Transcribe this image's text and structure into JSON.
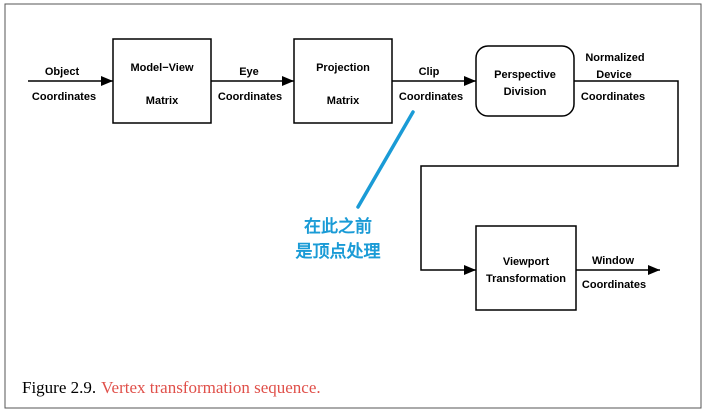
{
  "diagram": {
    "inputs": {
      "object": [
        "Object",
        "Coordinates"
      ],
      "eye": [
        "Eye",
        "Coordinates"
      ],
      "clip": [
        "Clip",
        "Coordinates"
      ],
      "ndc": [
        "Normalized",
        "Device",
        "Coordinates"
      ],
      "window": [
        "Window",
        "Coordinates"
      ]
    },
    "boxes": {
      "modelview": [
        "Model−View",
        "Matrix"
      ],
      "projection": [
        "Projection",
        "Matrix"
      ],
      "perspective": [
        "Perspective",
        "Division"
      ],
      "viewport": [
        "Viewport",
        "Transformation"
      ]
    },
    "annotation": [
      "在此之前",
      "是顶点处理"
    ],
    "colors": {
      "annotation": "#1a9bd6",
      "caption_text": "#e0504a",
      "frame": "#555555"
    }
  },
  "caption": {
    "number": "Figure 2.9.",
    "text": "Vertex transformation sequence."
  }
}
